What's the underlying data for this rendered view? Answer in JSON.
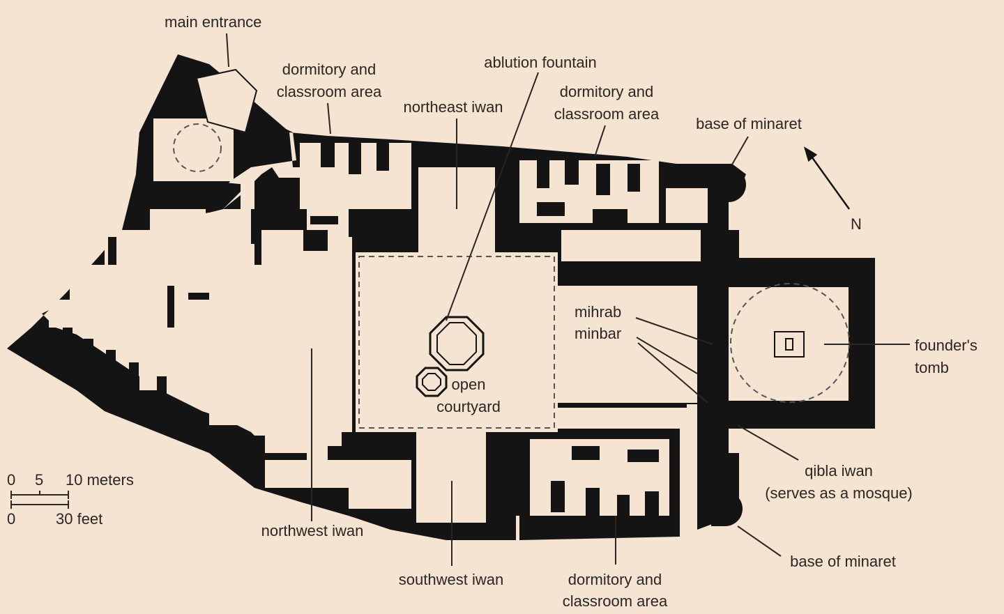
{
  "labels": {
    "main_entrance": "main entrance",
    "dorm_nw_1": "dormitory and",
    "dorm_nw_2": "classroom area",
    "ablution": "ablution fountain",
    "northeast_iwan": "northeast iwan",
    "dorm_ne_1": "dormitory and",
    "dorm_ne_2": "classroom area",
    "base_minaret_top": "base of minaret",
    "north": "N",
    "mihrab": "mihrab",
    "minbar": "minbar",
    "founders_1": "founder's",
    "founders_2": "tomb",
    "courtyard_1": "open",
    "courtyard_2": "courtyard",
    "qibla_1": "qibla iwan",
    "qibla_2": "(serves as a mosque)",
    "northwest_iwan": "northwest iwan",
    "southwest_iwan": "southwest iwan",
    "dorm_s_1": "dormitory and",
    "dorm_s_2": "classroom area",
    "base_minaret_bottom": "base of minaret"
  },
  "scale": {
    "meters_0": "0",
    "meters_5": "5",
    "meters_10": "10 meters",
    "feet_0": "0",
    "feet_30": "30 feet"
  },
  "colors": {
    "background": "#f5e4d2",
    "walls": "#141414",
    "ink": "#2a2622"
  }
}
